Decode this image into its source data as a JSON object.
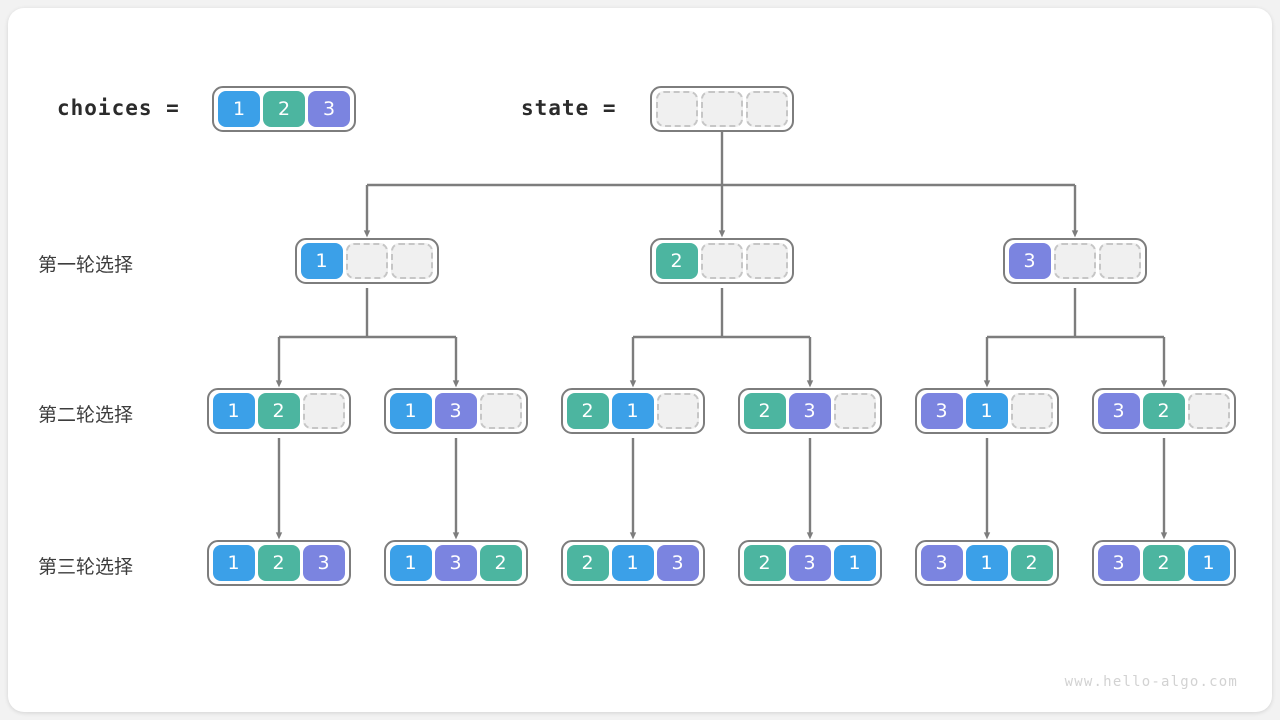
{
  "watermark": "www.hello-algo.com",
  "legend": {
    "choices_label": "choices =",
    "state_label": "state =",
    "choices_cells": [
      "1",
      "2",
      "3"
    ],
    "state_cells": [
      "",
      "",
      ""
    ]
  },
  "palette": {
    "value_1": "#3ba0e8",
    "value_2": "#4cb5a0",
    "value_3": "#7b84e0",
    "empty_fill": "#f0f0f0",
    "empty_border": "#c6c6c6",
    "box_border": "#7d7d7d",
    "wire": "#7d7d7d",
    "card": "#ffffff",
    "page": "#f2f2f2"
  },
  "rows": [
    {
      "label": "第一轮选择",
      "nodes": [
        {
          "cells": [
            "1",
            "",
            ""
          ]
        },
        {
          "cells": [
            "2",
            "",
            ""
          ]
        },
        {
          "cells": [
            "3",
            "",
            ""
          ]
        }
      ]
    },
    {
      "label": "第二轮选择",
      "nodes": [
        {
          "cells": [
            "1",
            "2",
            ""
          ]
        },
        {
          "cells": [
            "1",
            "3",
            ""
          ]
        },
        {
          "cells": [
            "2",
            "1",
            ""
          ]
        },
        {
          "cells": [
            "2",
            "3",
            ""
          ]
        },
        {
          "cells": [
            "3",
            "1",
            ""
          ]
        },
        {
          "cells": [
            "3",
            "2",
            ""
          ]
        }
      ]
    },
    {
      "label": "第三轮选择",
      "nodes": [
        {
          "cells": [
            "1",
            "2",
            "3"
          ]
        },
        {
          "cells": [
            "1",
            "3",
            "2"
          ]
        },
        {
          "cells": [
            "2",
            "1",
            "3"
          ]
        },
        {
          "cells": [
            "2",
            "3",
            "1"
          ]
        },
        {
          "cells": [
            "3",
            "1",
            "2"
          ]
        },
        {
          "cells": [
            "3",
            "2",
            "1"
          ]
        }
      ]
    }
  ]
}
